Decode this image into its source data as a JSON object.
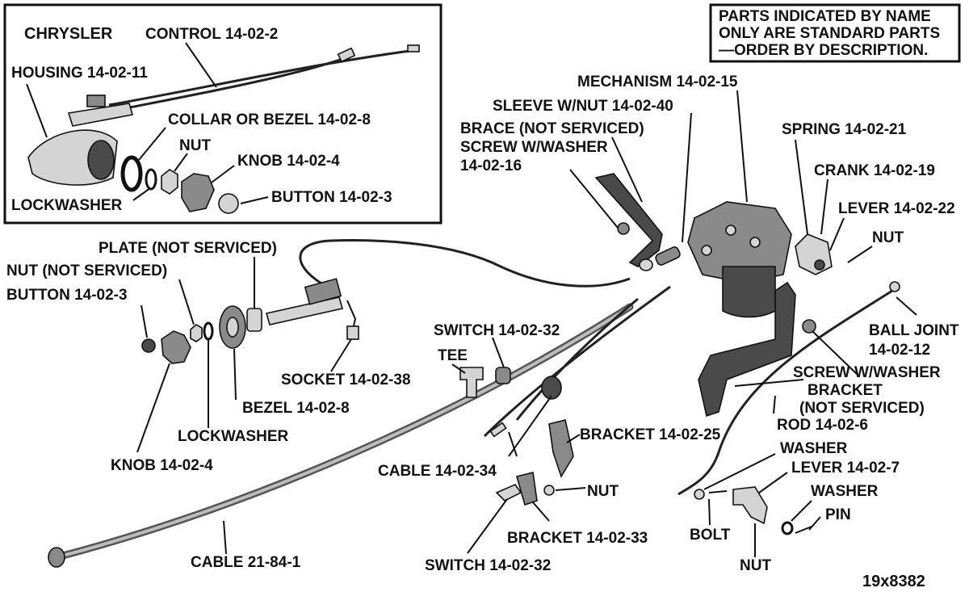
{
  "diagram": {
    "notice": {
      "line1": "PARTS INDICATED BY NAME",
      "line2": "ONLY ARE STANDARD PARTS",
      "line3": "—ORDER BY DESCRIPTION."
    },
    "inset": {
      "title": "CHRYSLER",
      "labels": {
        "control": "CONTROL 14-02-2",
        "housing": "HOUSING 14-02-11",
        "collar": "COLLAR OR BEZEL 14-02-8",
        "nut": "NUT",
        "knob": "KNOB 14-02-4",
        "lockwasher": "LOCKWASHER",
        "button": "BUTTON 14-02-3"
      }
    },
    "labels": {
      "mechanism": "MECHANISM 14-02-15",
      "sleeve": "SLEEVE W/NUT 14-02-40",
      "brace": "BRACE (NOT SERVICED)",
      "screw_washer_1": "SCREW W/WASHER",
      "screw_washer_1_num": "14-02-16",
      "spring": "SPRING 14-02-21",
      "crank": "CRANK 14-02-19",
      "lever_22": "LEVER 14-02-22",
      "nut_right": "NUT",
      "plate": "PLATE (NOT SERVICED)",
      "nut_not_serviced": "NUT (NOT SERVICED)",
      "button_left": "BUTTON 14-02-3",
      "switch_top": "SWITCH 14-02-32",
      "tee": "TEE",
      "ball_joint": "BALL JOINT",
      "ball_joint_num": "14-02-12",
      "socket": "SOCKET 14-02-38",
      "screw_washer_2": "SCREW W/WASHER",
      "bracket_ns_1": "BRACKET",
      "bracket_ns_2": "(NOT SERVICED)",
      "bezel": "BEZEL 14-02-8",
      "rod": "ROD 14-02-6",
      "lockwasher": "LOCKWASHER",
      "bracket_25": "BRACKET 14-02-25",
      "washer_1": "WASHER",
      "knob": "KNOB 14-02-4",
      "lever_7": "LEVER 14-02-7",
      "cable_34": "CABLE 14-02-34",
      "nut_mid": "NUT",
      "washer_2": "WASHER",
      "pin": "PIN",
      "bracket_33": "BRACKET 14-02-33",
      "bolt": "BOLT",
      "cable_21": "CABLE 21-84-1",
      "switch_bottom": "SWITCH 14-02-32",
      "nut_bottom": "NUT",
      "figure_id": "19x8382"
    }
  }
}
